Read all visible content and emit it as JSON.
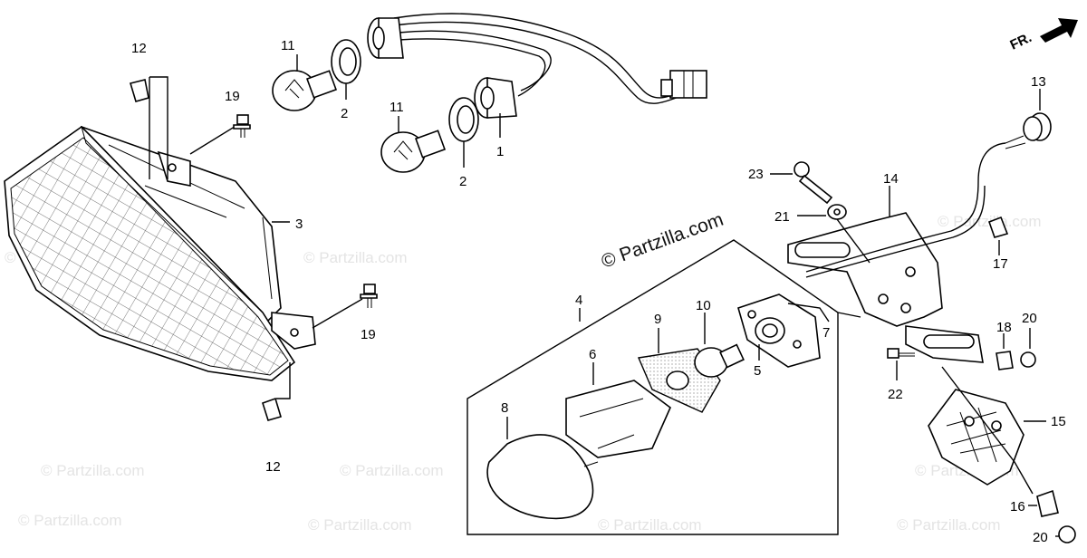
{
  "watermark": {
    "main": "© Partzilla.com",
    "faint": "© Partzilla.com"
  },
  "direction": {
    "label": "FR."
  },
  "callouts": {
    "c1": "1",
    "c2a": "2",
    "c2b": "2",
    "c3": "3",
    "c4": "4",
    "c5": "5",
    "c6": "6",
    "c7": "7",
    "c8": "8",
    "c9": "9",
    "c10": "10",
    "c11a": "11",
    "c11b": "11",
    "c12a": "12",
    "c12b": "12",
    "c13": "13",
    "c14": "14",
    "c15": "15",
    "c16": "16",
    "c17": "17",
    "c18": "18",
    "c19a": "19",
    "c19b": "19",
    "c20a": "20",
    "c20b": "20",
    "c21": "21",
    "c22": "22",
    "c23": "23"
  }
}
